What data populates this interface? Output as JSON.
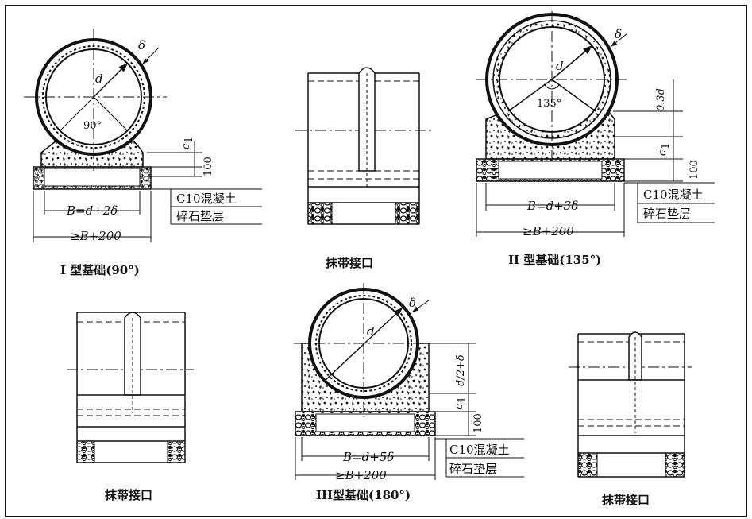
{
  "panel1": {
    "caption": "I 型基础(90°)",
    "delta": "δ",
    "d": "d",
    "angle": "90°",
    "c1": "c",
    "c1_sub": "1",
    "h100": "100",
    "b_label": "B=d+2δ",
    "outer_label": "≥B+200",
    "concrete": "C10混凝土",
    "gravel": "碎石垫层"
  },
  "panel2": {
    "caption": "抹带接口"
  },
  "panel3": {
    "caption": "II 型基础(135°)",
    "delta": "δ",
    "d": "d",
    "angle": "135°",
    "d03": "0.3d",
    "c1": "c",
    "c1_sub": "1",
    "h100": "100",
    "b_label": "B=d+3δ",
    "outer_label": "≥B+200",
    "concrete": "C10混凝土",
    "gravel": "碎石垫层"
  },
  "panel4": {
    "caption": "抹带接口"
  },
  "panel5": {
    "caption": "III型基础(180°)",
    "delta": "δ",
    "d": "d",
    "half": "d/2+δ",
    "c1": "c",
    "c1_sub": "1",
    "h100": "100",
    "b_label": "B=d+5δ",
    "outer_label": "≥B+200",
    "concrete": "C10混凝土",
    "gravel": "碎石垫层"
  },
  "panel6": {
    "caption": "抹带接口"
  }
}
